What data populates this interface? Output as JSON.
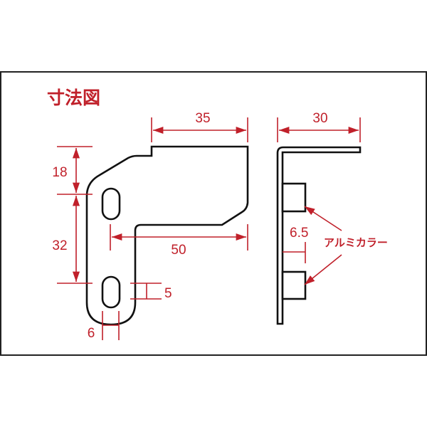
{
  "title": "寸法図",
  "dimensions": {
    "top_width": "35",
    "side_width": "30",
    "upper_height": "18",
    "slot_spacing": "32",
    "arm_length": "50",
    "slot_length": "5",
    "slot_width": "6",
    "collar_length": "6.5"
  },
  "callout_label": "アルミカラー",
  "colors": {
    "dimension": "#c0202a",
    "outline": "#111111"
  }
}
